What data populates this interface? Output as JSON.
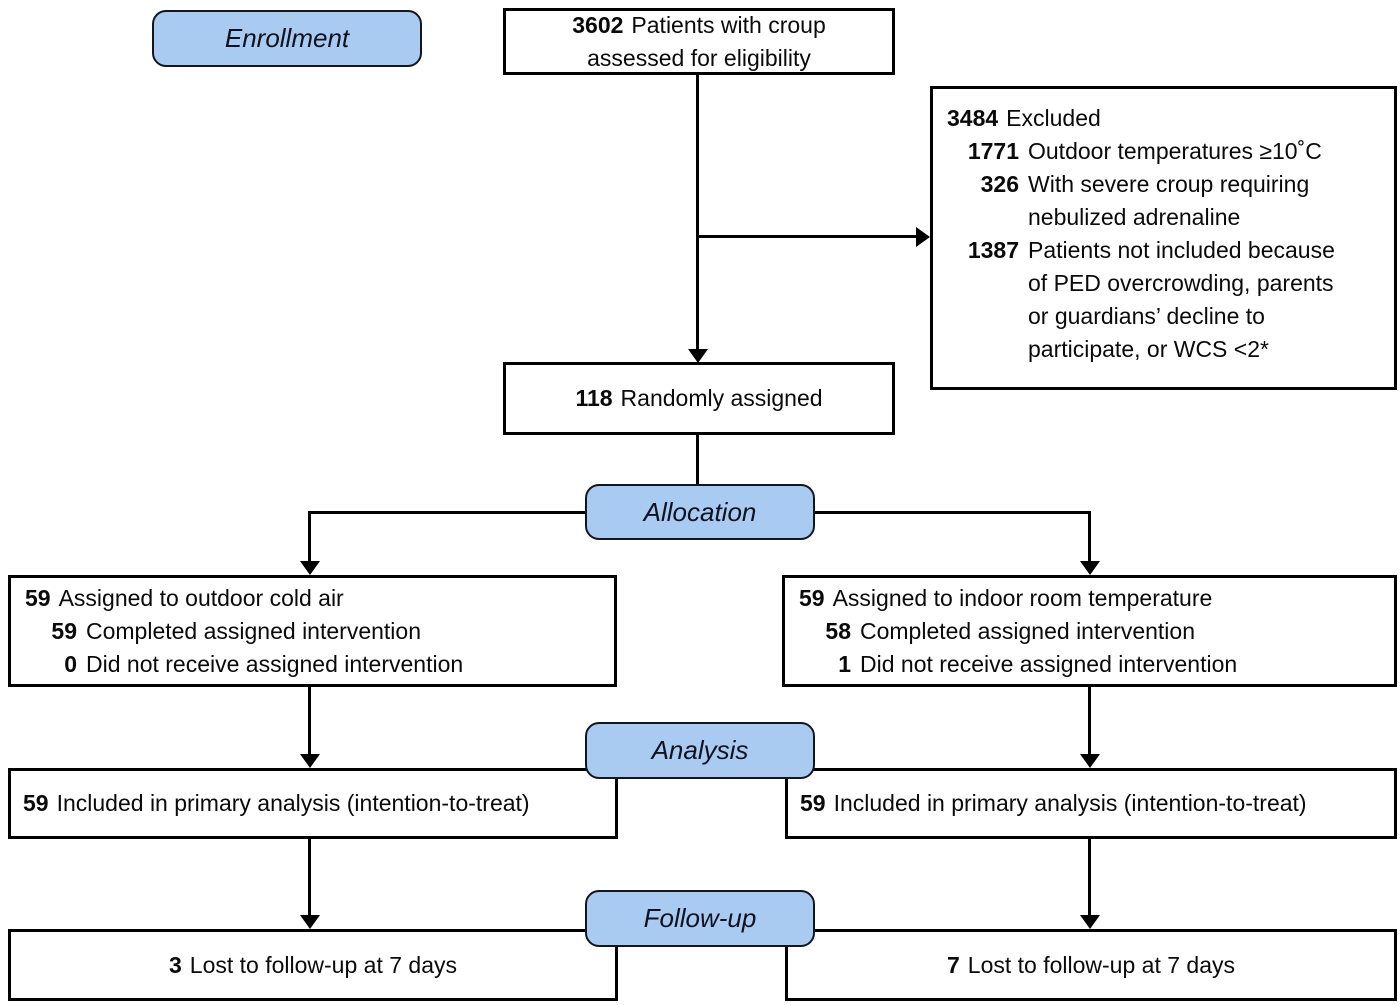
{
  "stages": {
    "enrollment": "Enrollment",
    "allocation": "Allocation",
    "analysis": "Analysis",
    "followup": "Follow-up"
  },
  "eligibility": {
    "n": "3602",
    "line1": "Patients with croup",
    "line2": "assessed for eligibility"
  },
  "excluded": {
    "n": "3484",
    "label": "Excluded",
    "reasons": [
      {
        "n": "1771",
        "text": "Outdoor temperatures ≥10˚C"
      },
      {
        "n": "326",
        "text": "With severe croup requiring\nnebulized adrenaline"
      },
      {
        "n": "1387",
        "text": "Patients not included because\nof PED overcrowding, parents\nor guardians’ decline to\nparticipate, or WCS <2*"
      }
    ]
  },
  "randomized": {
    "n": "118",
    "label": "Randomly assigned"
  },
  "allocation_left": {
    "n": "59",
    "label": "Assigned to outdoor cold air",
    "items": [
      {
        "n": "59",
        "text": "Completed assigned intervention"
      },
      {
        "n": "0",
        "text": "Did not receive assigned intervention"
      }
    ]
  },
  "allocation_right": {
    "n": "59",
    "label": "Assigned to indoor room temperature",
    "items": [
      {
        "n": "58",
        "text": "Completed assigned intervention"
      },
      {
        "n": "1",
        "text": "Did not receive assigned intervention"
      }
    ]
  },
  "analysis_left": {
    "n": "59",
    "text": "Included in primary analysis (intention-to-treat)"
  },
  "analysis_right": {
    "n": "59",
    "text": "Included in primary analysis (intention-to-treat)"
  },
  "followup_left": {
    "n": "3",
    "text": "Lost to follow-up at 7 days"
  },
  "followup_right": {
    "n": "7",
    "text": "Lost to follow-up at 7 days"
  },
  "colors": {
    "badge_fill": "#A9CBF2",
    "badge_border": "#14161F",
    "box_border": "#000000",
    "text": "#0A0A0A",
    "background": "#FFFFFF"
  }
}
